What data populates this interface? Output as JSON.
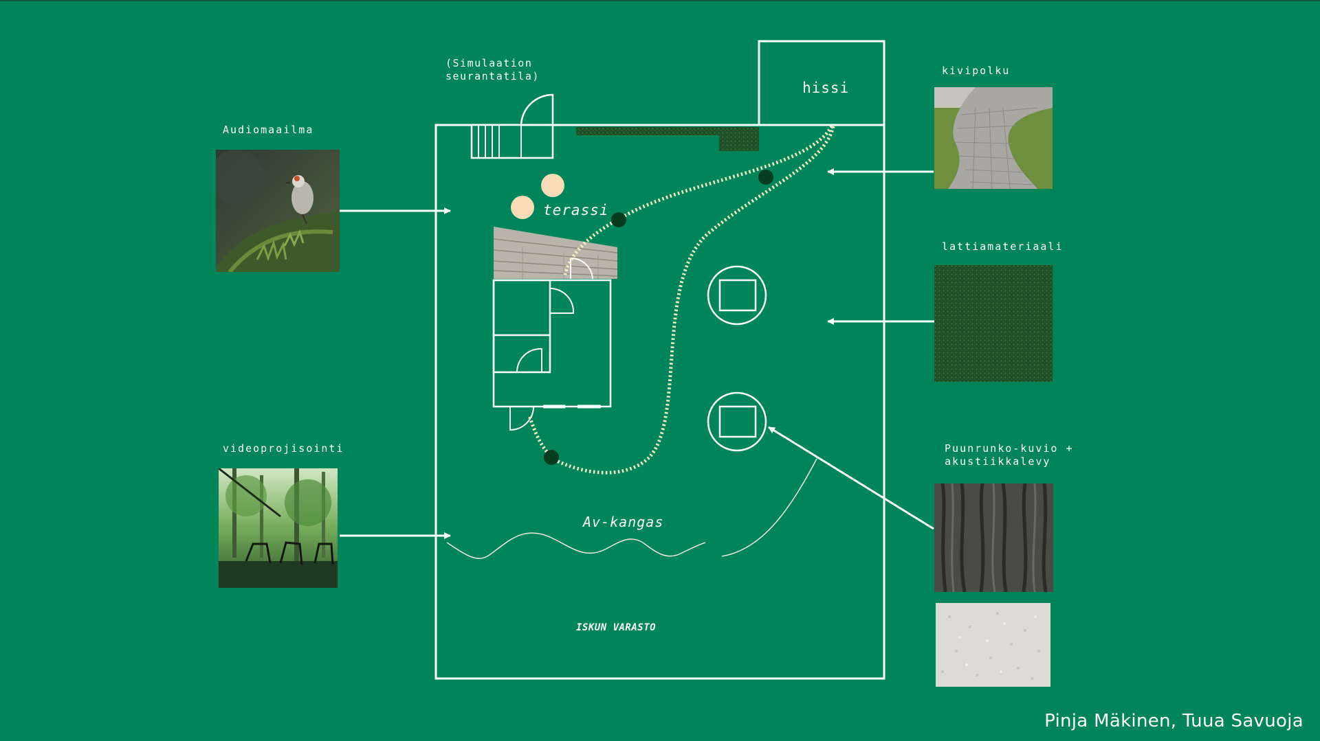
{
  "labels": {
    "audio": "Audiomaailma",
    "video": "videoprojisointi",
    "simulation": "(Simulaation\nseurantatila)",
    "elevator": "hissi",
    "stone_path": "kivipolku",
    "floor_material": "lattiamateriaali",
    "tree_bark": "Puunrunko-kuvio +\nakustiikkalevy",
    "terrace": "terassi",
    "av_curtain": "Av-kangas",
    "storage": "ISKUN VARASTO"
  },
  "credit": "Pinja Mäkinen, Tuua Savuoja",
  "colors": {
    "background": "#00855a",
    "line": "#ffffff",
    "path_dots": "#f5efc8",
    "node": "#063d1f",
    "stool": "#f8dcb8"
  }
}
